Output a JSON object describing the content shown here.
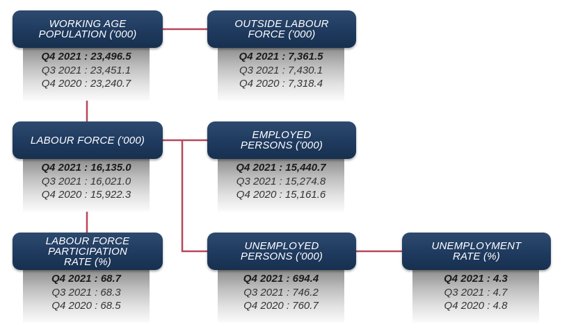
{
  "colors": {
    "box": "#1f3a5f",
    "connector": "#b8465a",
    "panel_top": "#8c8c8c"
  },
  "nodes": {
    "working_age": {
      "title": "WORKING AGE\nPOPULATION ('000)",
      "rows": [
        "Q4 2021 : 23,496.5",
        "Q3 2021 : 23,451.1",
        "Q4 2020 : 23,240.7"
      ]
    },
    "outside_lf": {
      "title": "OUTSIDE LABOUR\nFORCE ('000)",
      "rows": [
        "Q4 2021 : 7,361.5",
        "Q3 2021 : 7,430.1",
        "Q4 2020 : 7,318.4"
      ]
    },
    "labour_force": {
      "title": "LABOUR FORCE ('000)",
      "rows": [
        "Q4 2021 : 16,135.0",
        "Q3 2021 : 16,021.0",
        "Q4 2020 : 15,922.3"
      ]
    },
    "employed": {
      "title": "EMPLOYED\nPERSONS ('000)",
      "rows": [
        "Q4 2021 : 15,440.7",
        "Q3 2021 : 15,274.8",
        "Q4 2020 : 15,161.6"
      ]
    },
    "lfpr": {
      "title": "LABOUR FORCE\nPARTICIPATION\nRATE (%)",
      "rows": [
        "Q4 2021 : 68.7",
        "Q3 2021 : 68.3",
        "Q4 2020 : 68.5"
      ]
    },
    "unemployed": {
      "title": "UNEMPLOYED\nPERSONS ('000)",
      "rows": [
        "Q4 2021 : 694.4",
        "Q3 2021 : 746.2",
        "Q4 2020 : 760.7"
      ]
    },
    "unemp_rate": {
      "title": "UNEMPLOYMENT\nRATE (%)",
      "rows": [
        "Q4 2021 : 4.3",
        "Q3 2021 : 4.7",
        "Q4 2020 : 4.8"
      ]
    }
  }
}
